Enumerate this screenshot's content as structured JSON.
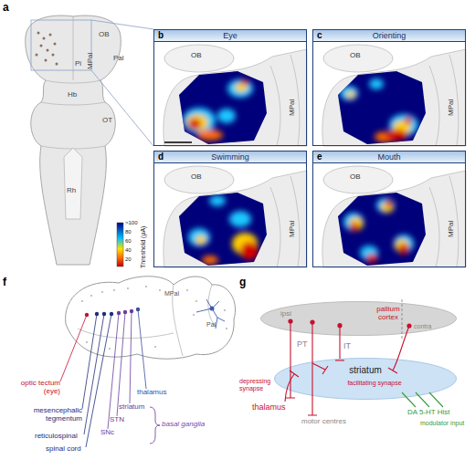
{
  "diagram": {
    "nodes": [
      {
        "text": [
          "b",
          "Eye",
          "OB",
          "MPal"
        ]
      },
      {
        "text": [
          "c",
          "Orienting",
          "OB",
          "MPal"
        ]
      },
      {
        "text": [
          "d",
          "Swimming",
          "OB",
          "MPal"
        ]
      },
      {
        "text": [
          "e",
          "Mouth",
          "OB",
          "MPal"
        ]
      },
      {
        "text": [
          "pallium cortex",
          "ipsi",
          "contra"
        ]
      },
      {
        "text": [
          "striatum",
          "facilitating synapse"
        ]
      }
    ],
    "edges": [
      {
        "from": 4,
        "to": 5,
        "arrow": "none",
        "label": "IT"
      }
    ],
    "labels": [
      "a",
      "OB",
      "Pal",
      "MPal",
      "Pi",
      "Hb",
      "OT",
      "Rh",
      ">100",
      "80",
      "60",
      "40",
      "20",
      "Threshold (µA)",
      "f",
      "MPal",
      "Pal",
      "optic tectum (eye)",
      "mesencephalic tegmentum",
      "reticulospinal",
      "spinal cord",
      "SNc",
      "STN",
      "striatum",
      "thalamus",
      "basal ganglia",
      "g",
      "PT",
      "depressing synapse",
      "thalamus",
      "motor centres",
      "DA 5-HT Hist",
      "modulator input"
    ]
  }
}
